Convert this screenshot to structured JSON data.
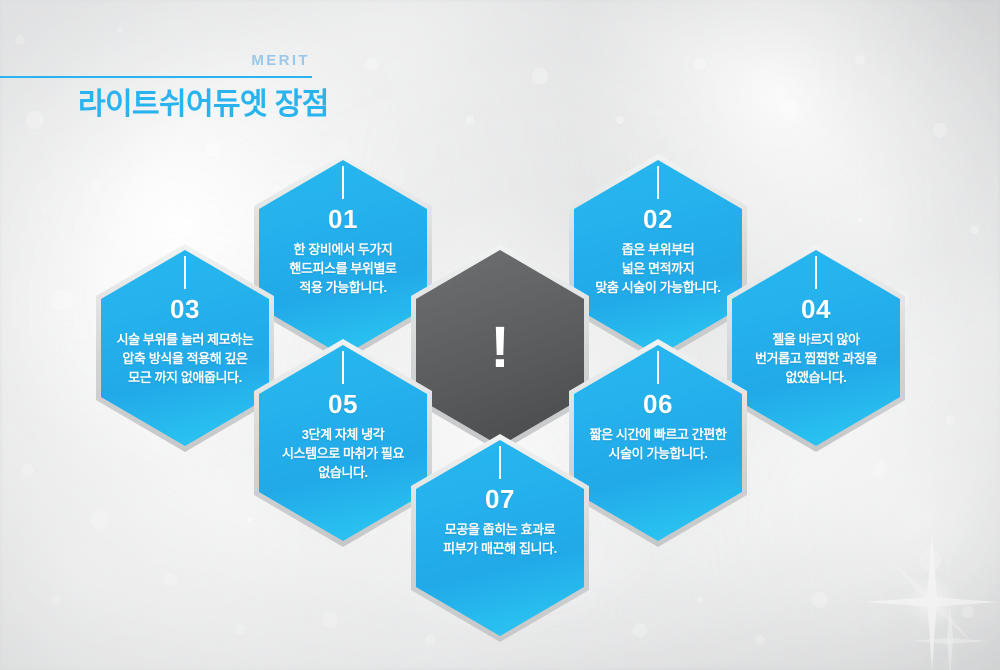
{
  "header": {
    "kicker": "MERIT",
    "title": "라이트쉬어듀엣 장점",
    "accent_color": "#29b3ef",
    "kicker_color": "#9dc7e9"
  },
  "center": {
    "icon": "exclamation-mark",
    "glyph": "!",
    "fill_color": "#5b5c5e"
  },
  "palette": {
    "hex_blue_top": "#27b7ef",
    "hex_blue_bottom": "#2ec7f2",
    "hex_border": "#d6d7d8",
    "background": "#dcdddd",
    "text": "#ffffff"
  },
  "items": [
    {
      "number": "01",
      "lines": [
        "한 장비에서 두가지",
        "핸드피스를 부위별로",
        "적용 가능합니다."
      ]
    },
    {
      "number": "02",
      "lines": [
        "좁은 부위부터",
        "넓은 면적까지",
        "맞춤 시술이 가능합니다."
      ]
    },
    {
      "number": "03",
      "lines": [
        "시술 부위를 눌러 제모하는",
        "압축 방식을 적용해 깊은",
        "모근 까지 없애줍니다."
      ]
    },
    {
      "number": "04",
      "lines": [
        "젤을 바르지 않아",
        "번거롭고 찝찝한 과정을",
        "없앴습니다."
      ]
    },
    {
      "number": "05",
      "lines": [
        "3단계 자체 냉각",
        "시스템으로 마취가 필요",
        "없습니다."
      ]
    },
    {
      "number": "06",
      "lines": [
        "짧은 시간에 빠르고 간편한",
        "시술이 가능합니다."
      ]
    },
    {
      "number": "07",
      "lines": [
        "모공을 좁히는 효과로",
        "피부가 매끈해 집니다."
      ]
    }
  ]
}
